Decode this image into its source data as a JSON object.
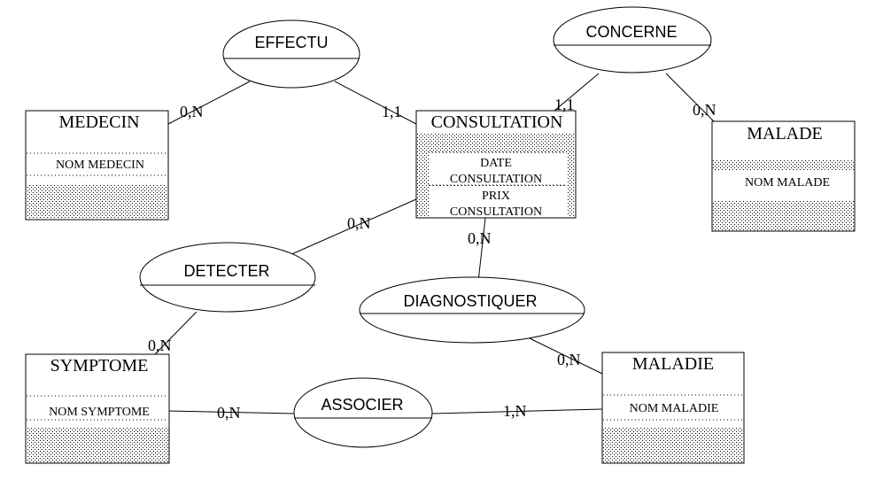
{
  "entities": {
    "medecin": {
      "name": "MEDECIN",
      "attributes": [
        "NOM MEDECIN"
      ]
    },
    "consultation": {
      "name": "CONSULTATION",
      "attributes": [
        "DATE",
        "CONSULTATION",
        "PRIX",
        "CONSULTATION"
      ]
    },
    "malade": {
      "name": "MALADE",
      "attributes": [
        "NOM MALADE"
      ]
    },
    "symptome": {
      "name": "SYMPTOME",
      "attributes": [
        "NOM  SYMPTOME"
      ]
    },
    "maladie": {
      "name": "MALADIE",
      "attributes": [
        "NOM MALADIE"
      ]
    }
  },
  "relationships": {
    "effectu": {
      "name": "EFFECTU",
      "card_left": "0,N",
      "card_right": "1,1"
    },
    "concerne": {
      "name": "CONCERNE",
      "card_left": "1,1",
      "card_right": "0,N"
    },
    "detecter": {
      "name": "DETECTER",
      "card_top": "0,N",
      "card_bottom": "0,N"
    },
    "diagnostiquer": {
      "name": "DIAGNOSTIQUER",
      "card_top": "0,N",
      "card_bottom": "0,N"
    },
    "associer": {
      "name": "ASSOCIER",
      "card_left": "0,N",
      "card_right": "1,N"
    }
  }
}
